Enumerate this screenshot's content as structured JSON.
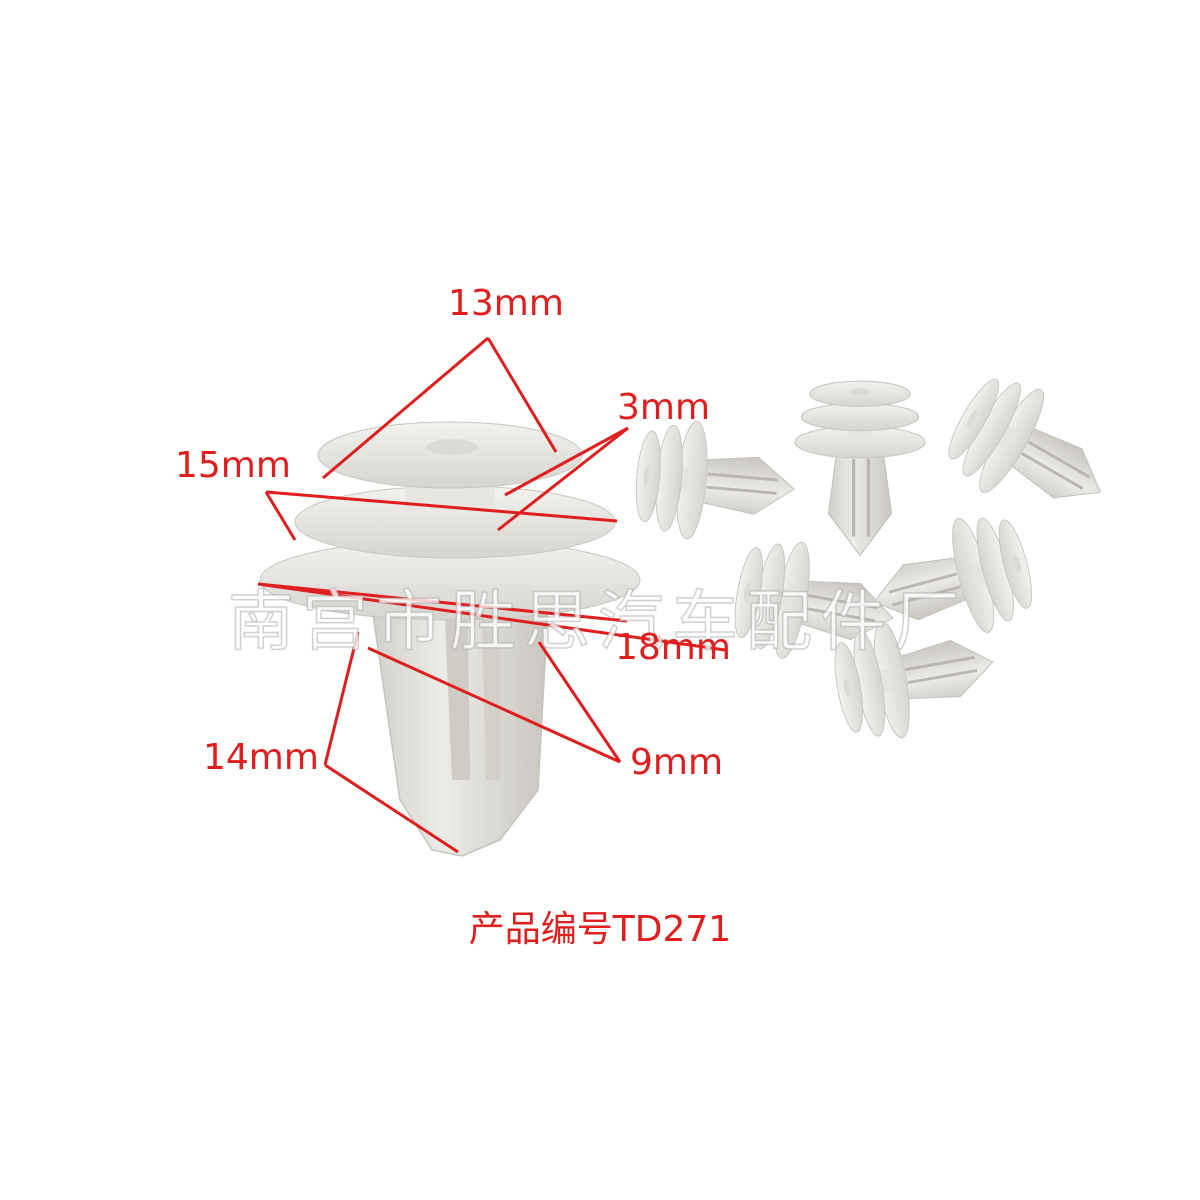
{
  "product": {
    "caption": "产品编号TD271",
    "watermark": "南宫市胜思汽车配件厂",
    "description": "White plastic push-type retainer clips with three stacked discs and a split conical stem"
  },
  "dimensions": {
    "top_disc": "13mm",
    "gap": "3mm",
    "middle_disc": "15mm",
    "bottom_disc": "18mm",
    "stem_length": "14mm",
    "stem_width": "9mm"
  },
  "colors": {
    "annotation": "#e01e1e",
    "part_light": "#eceae6",
    "part_shadow": "#bdbab4",
    "background": "#ffffff"
  }
}
